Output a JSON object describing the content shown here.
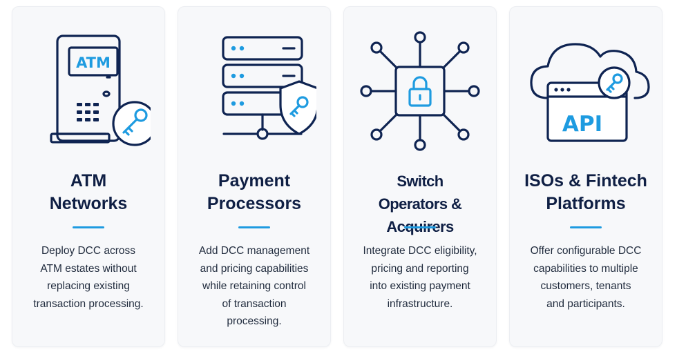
{
  "colors": {
    "navy": "#0f2452",
    "accent_blue": "#1e9be0",
    "card_bg": "#f7f8fa"
  },
  "cards": [
    {
      "icon": "atm-key-icon",
      "icon_text": "ATM",
      "title_lines": [
        "ATM",
        "Networks"
      ],
      "description_lines": [
        "Deploy DCC across",
        "ATM estates without",
        "replacing existing",
        "transaction processing."
      ]
    },
    {
      "icon": "server-shield-icon",
      "title_lines": [
        "Payment",
        "Processors"
      ],
      "description_lines": [
        "Add DCC management",
        "and pricing capabilities",
        "while retaining control",
        "of transaction",
        "processing."
      ]
    },
    {
      "icon": "switch-lock-network-icon",
      "title_lines": [
        "Switch",
        "Operators & Acquirers"
      ],
      "description_lines": [
        "Integrate DCC eligibility,",
        "pricing and reporting",
        "into existing payment",
        "infrastructure."
      ]
    },
    {
      "icon": "cloud-api-key-icon",
      "icon_text": "API",
      "title_lines": [
        "ISOs & Fintech",
        "Platforms"
      ],
      "description_lines": [
        "Offer configurable DCC",
        "capabilities to multiple",
        "customers, tenants",
        "and participants."
      ]
    }
  ]
}
